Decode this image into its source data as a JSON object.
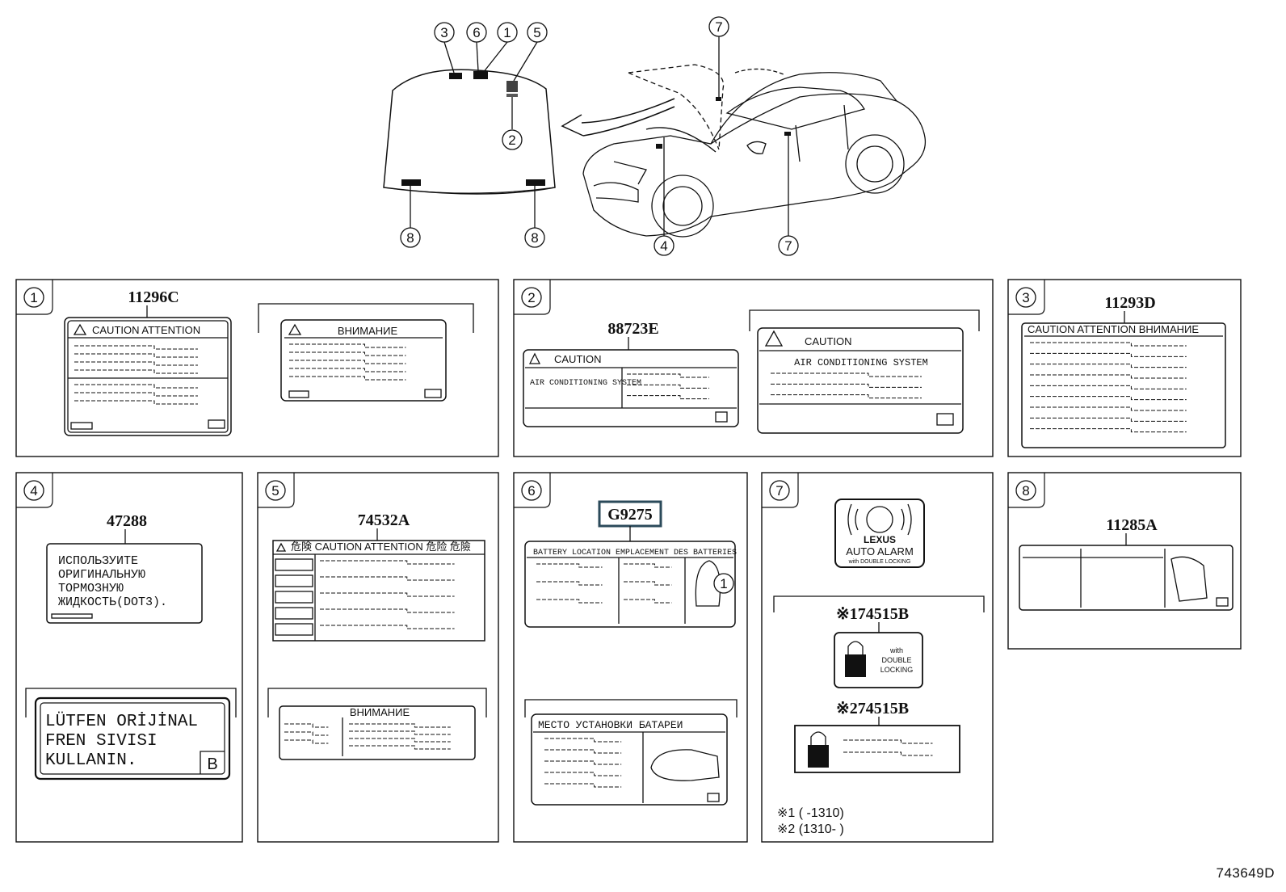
{
  "figure_id": "743649D",
  "overview": {
    "hood_callouts": [
      "3",
      "6",
      "1",
      "5",
      "2",
      "8",
      "8"
    ],
    "car_callouts": [
      "7",
      "4",
      "7"
    ]
  },
  "panels": [
    {
      "num": "1",
      "part": "11296C",
      "label_header": "CAUTION    ATTENTION",
      "alt_header": "ВНИМАНИЕ"
    },
    {
      "num": "2",
      "part": "88723E",
      "label_header": "CAUTION",
      "label_sub": "AIR CONDITIONING SYSTEM",
      "alt_header": "CAUTION",
      "alt_sub": "AIR CONDITIONING SYSTEM"
    },
    {
      "num": "3",
      "part": "11293D",
      "label_header": "CAUTION    ATTENTION    ВНИМАНИЕ"
    },
    {
      "num": "4",
      "part": "47288",
      "lines": [
        "ИСПОЛЬЗУИТЕ",
        "ОРИГИНАЛЬНУЮ",
        "ТОРМОЗНУЮ",
        "ЖИДКОСТЬ(DOT3)."
      ],
      "alt_lines": [
        "LÜTFEN  ORİJİNAL",
        "FREN  SIVISI",
        "KULLANIN."
      ],
      "alt_tag": "B"
    },
    {
      "num": "5",
      "part": "74532A",
      "label_header": "危険  CAUTION  ATTENTION  危险  危險",
      "alt_header": "ВНИМАНИЕ"
    },
    {
      "num": "6",
      "part": "G9275",
      "label_header": "BATTERY LOCATION    EMPLACEMENT DES BATTERIES",
      "alt_header": "МЕСТО  УСТАНОВКИ  БАТАРЕИ"
    },
    {
      "num": "7",
      "alarm_brand": "LEXUS",
      "alarm_title": "AUTO ALARM",
      "alarm_sub": "with DOUBLE LOCKING",
      "variant1_part": "※174515B",
      "variant1_text": [
        "with",
        "DOUBLE",
        "LOCKING"
      ],
      "variant2_part": "※274515B",
      "notes": [
        "※1 (        -1310)",
        "※2 (1310-        )"
      ]
    },
    {
      "num": "8",
      "part": "11285A"
    }
  ],
  "colors": {
    "ink": "#111111",
    "highlight_box": "#2b4a5a"
  }
}
